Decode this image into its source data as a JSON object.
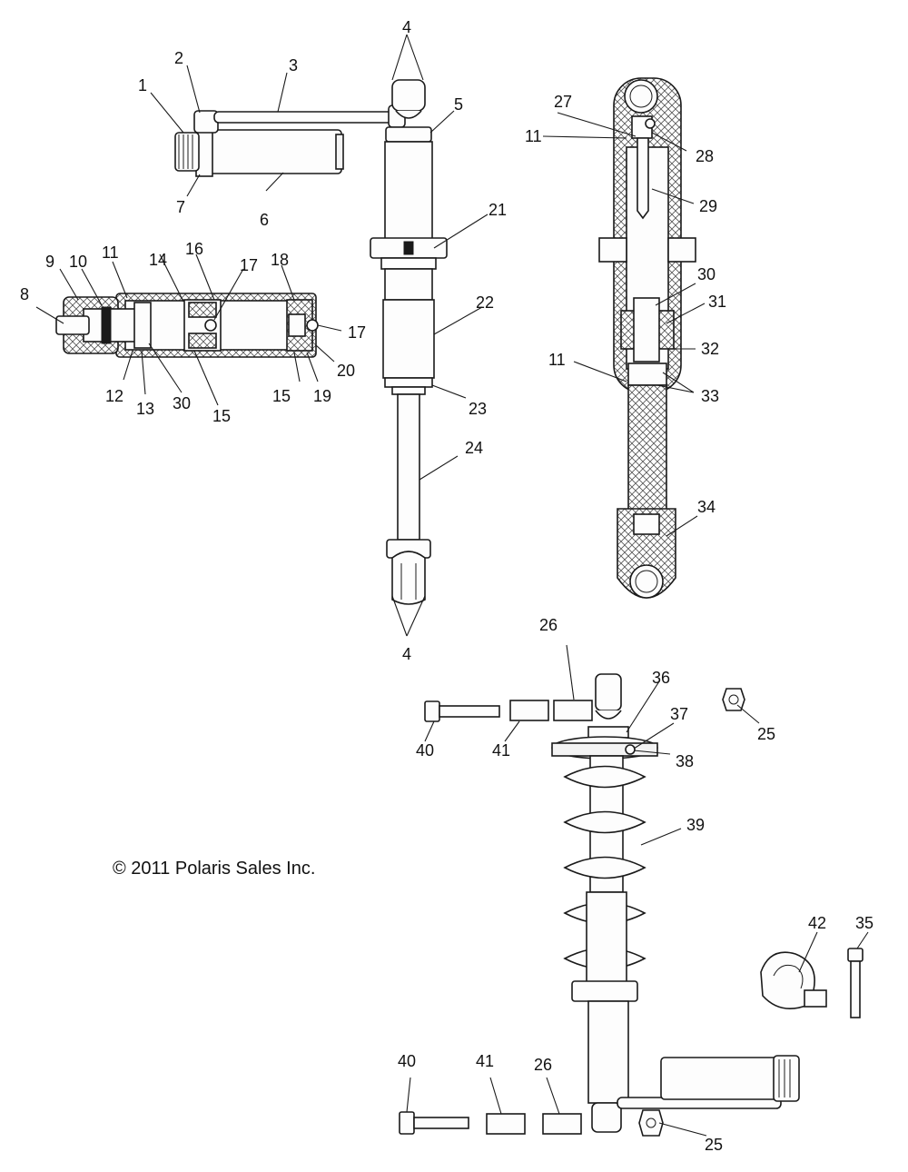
{
  "copyright": "© 2011 Polaris Sales Inc.",
  "callouts": {
    "c1": "1",
    "c2": "2",
    "c3": "3",
    "c4a": "4",
    "c4b": "4",
    "c5": "5",
    "c6": "6",
    "c7": "7",
    "c8": "8",
    "c9": "9",
    "c10": "10",
    "c11a": "11",
    "c11b": "11",
    "c11c": "11",
    "c12": "12",
    "c13": "13",
    "c14": "14",
    "c15a": "15",
    "c15b": "15",
    "c16": "16",
    "c17a": "17",
    "c17b": "17",
    "c18": "18",
    "c19": "19",
    "c20": "20",
    "c21": "21",
    "c22": "22",
    "c23": "23",
    "c24": "24",
    "c25a": "25",
    "c25b": "25",
    "c26a": "26",
    "c26b": "26",
    "c27": "27",
    "c28": "28",
    "c29": "29",
    "c30a": "30",
    "c30b": "30",
    "c31": "31",
    "c32": "32",
    "c33": "33",
    "c34": "34",
    "c35": "35",
    "c36": "36",
    "c37": "37",
    "c38": "38",
    "c39": "39",
    "c40a": "40",
    "c40b": "40",
    "c41a": "41",
    "c41b": "41",
    "c42": "42"
  }
}
